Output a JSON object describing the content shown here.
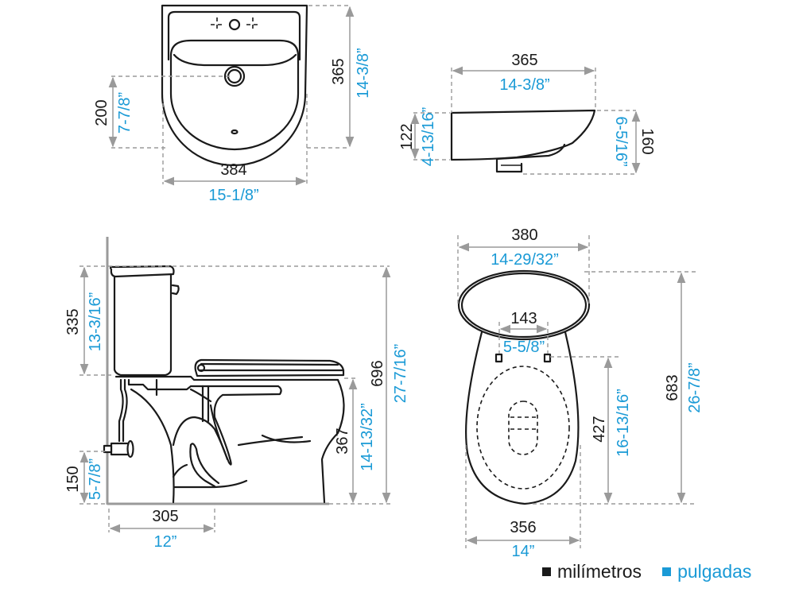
{
  "colors": {
    "millimeters": "#1a1a1a",
    "inches": "#1a9ad6",
    "dimension_lines": "#9a9a9a"
  },
  "views": {
    "sink_top": {
      "height_mm": "365",
      "height_in": "14-3/8”",
      "drain_mm": "200",
      "drain_in": "7-7/8”",
      "width_mm": "384",
      "width_in": "15-1/8”"
    },
    "sink_side": {
      "depth_mm": "365",
      "depth_in": "14-3/8”",
      "front_mm": "122",
      "front_in": "4-13/16”",
      "back_mm": "160",
      "back_in": "6-5/16”"
    },
    "toilet_side": {
      "tank_mm": "335",
      "tank_in": "13-3/16”",
      "inlet_mm": "150",
      "inlet_in": "5-7/8”",
      "rough_mm": "305",
      "rough_in": "12”",
      "seat_mm": "367",
      "seat_in": "14-13/32”",
      "total_mm": "696",
      "total_in": "27-7/16”"
    },
    "toilet_top": {
      "width_mm": "380",
      "width_in": "14-29/32”",
      "bolts_mm": "143",
      "bolts_in": "5-5/8”",
      "bowl_mm": "427",
      "bowl_in": "16-13/16”",
      "length_mm": "683",
      "length_in": "26-7/8”",
      "base_mm": "356",
      "base_in": "14”"
    }
  },
  "legend": {
    "millimeters_label": "milímetros",
    "inches_label": "pulgadas"
  }
}
